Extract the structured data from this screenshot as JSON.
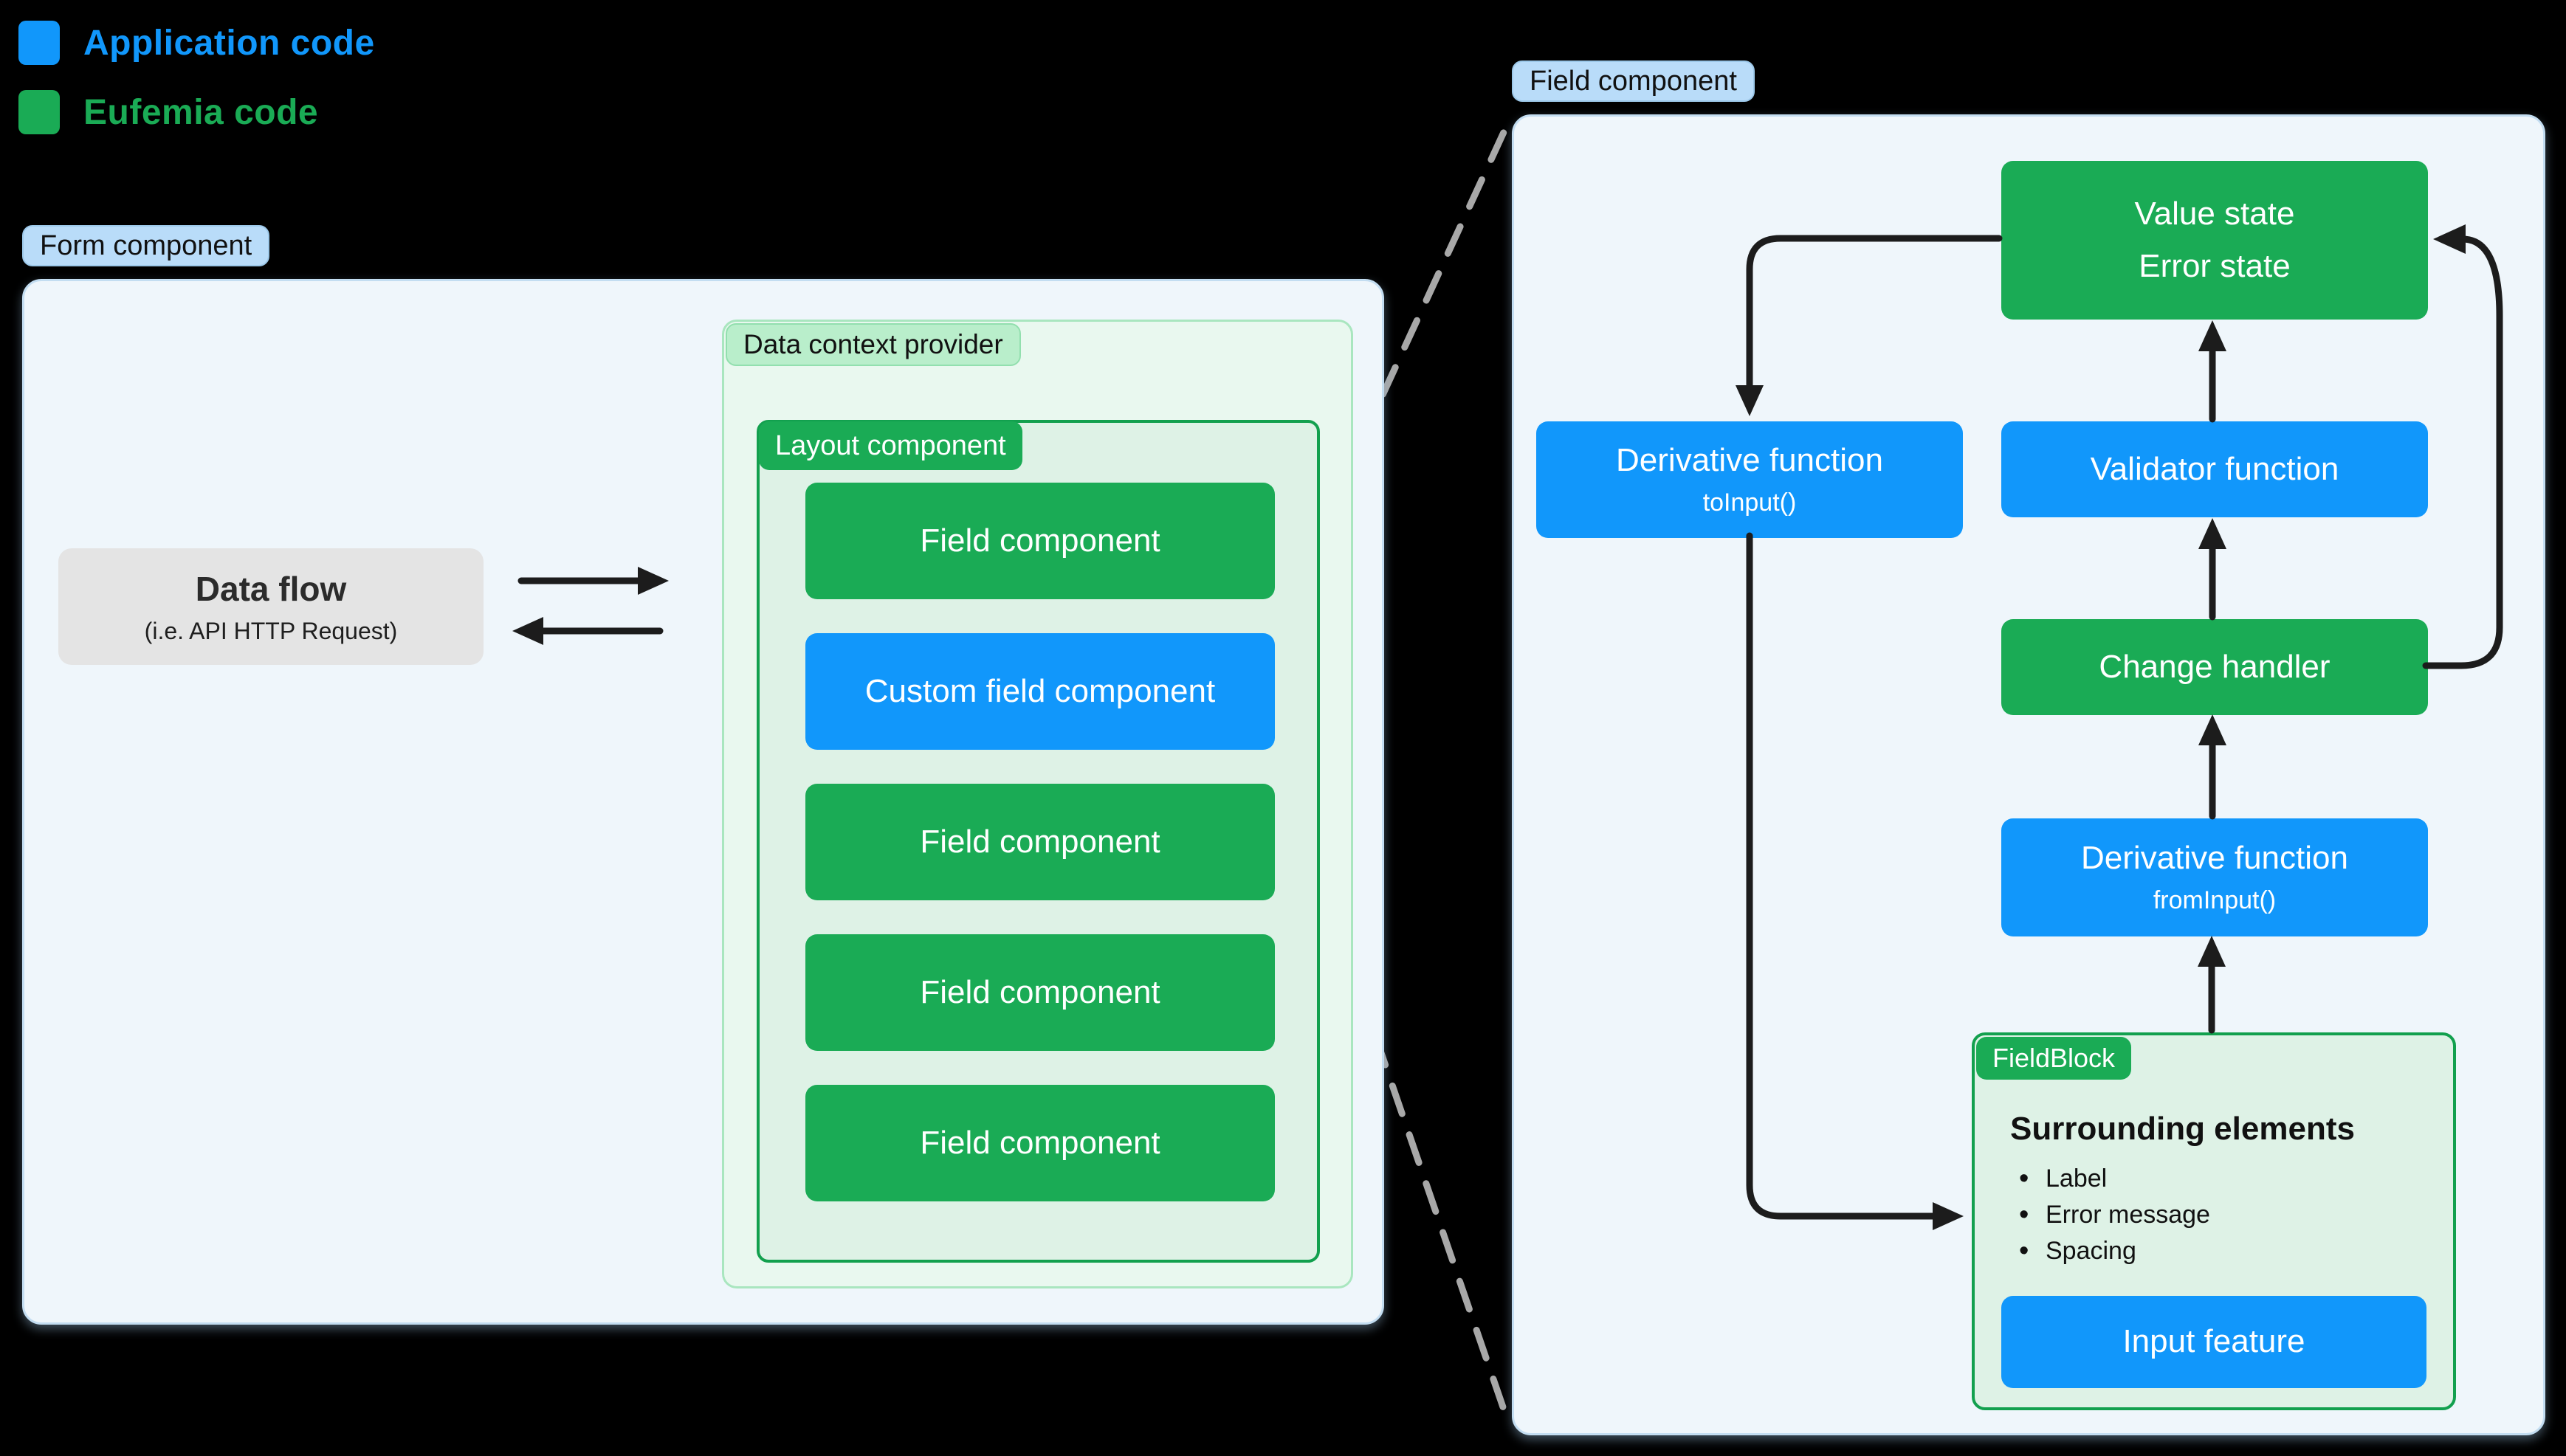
{
  "legend": {
    "items": [
      {
        "label": "Application code",
        "swatch": "blue-square-icon"
      },
      {
        "label": "Eufemia code",
        "swatch": "green-square-icon"
      }
    ]
  },
  "left_panel": {
    "label": "Form component",
    "data_flow": {
      "title": "Data flow",
      "subtitle": "(i.e. API HTTP Request)"
    },
    "data_context": {
      "label": "Data context provider",
      "layout": {
        "label": "Layout component",
        "fields": [
          {
            "label": "Field component",
            "variant": "green"
          },
          {
            "label": "Custom field component",
            "variant": "blue"
          },
          {
            "label": "Field component",
            "variant": "green"
          },
          {
            "label": "Field component",
            "variant": "green"
          },
          {
            "label": "Field component",
            "variant": "green"
          }
        ]
      }
    }
  },
  "right_panel": {
    "label": "Field component",
    "boxes": {
      "value_state": {
        "line1": "Value state",
        "line2": "Error state"
      },
      "to_input": {
        "title": "Derivative function",
        "subtitle": "toInput()"
      },
      "validator": {
        "label": "Validator function"
      },
      "change_handler": {
        "label": "Change handler"
      },
      "from_input": {
        "title": "Derivative function",
        "subtitle": "fromInput()"
      },
      "field_block": {
        "label": "FieldBlock",
        "heading": "Surrounding elements",
        "bullets": [
          "Label",
          "Error message",
          "Spacing"
        ],
        "input_feature": "Input feature"
      }
    }
  },
  "colors": {
    "blue": "#1197fb",
    "green": "#1aab55",
    "black_bg": "#000000",
    "panel_blue_bg": "#eff6fb",
    "panel_blue_border": "#c3ddf1",
    "pill_blue_bg": "#b9dcf9",
    "pill_blue_border": "#9cc8e9",
    "green_container_bg": "#e9f8ef",
    "green_container_border": "#a9e6bf",
    "green_pill_light_bg": "#b9eecb",
    "green_pill_light_border": "#92dfae",
    "green_inner_bg": "#def2e6",
    "green_inner_border": "#12a04e",
    "gray_box_bg": "#e4e4e4",
    "arrow_black": "#1c1c1c",
    "dash_gray": "#a8a8a8",
    "text_dark": "#111111",
    "white": "#ffffff"
  }
}
